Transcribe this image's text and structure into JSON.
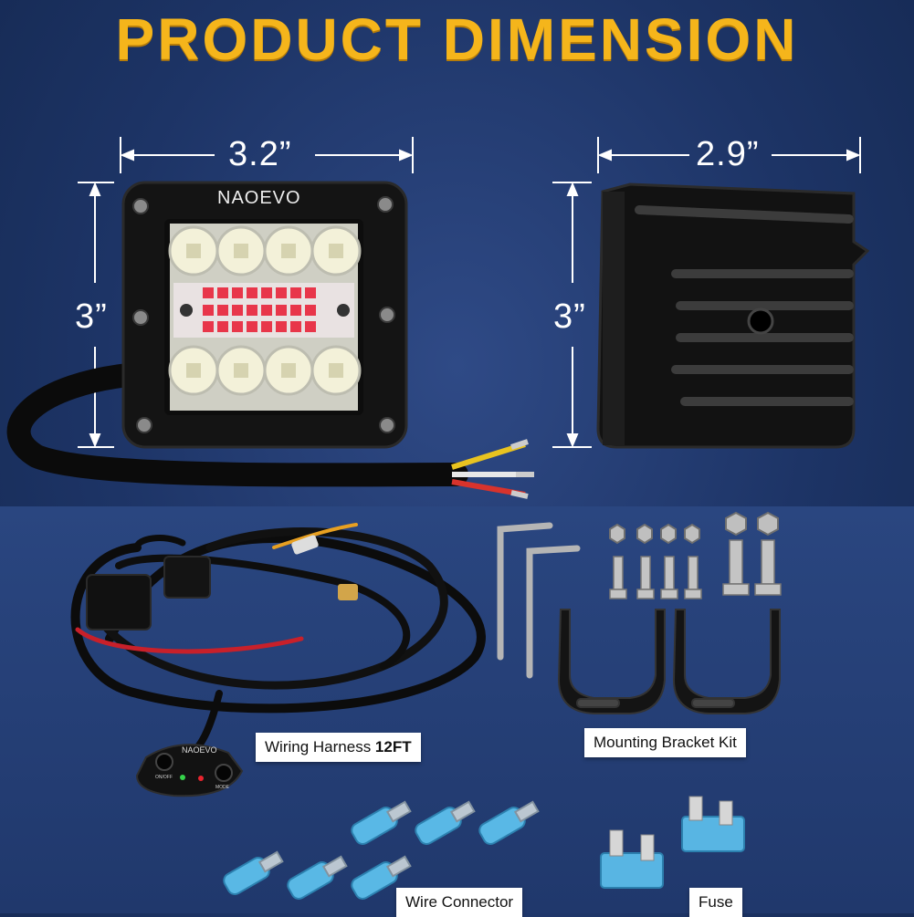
{
  "title": "PRODUCT DIMENSION",
  "dimensions": {
    "front_width": "3.2”",
    "front_height": "3”",
    "side_depth": "2.9”",
    "side_height": "3”"
  },
  "brand": "NAOEVO",
  "switch": {
    "brand": "NAOEVO",
    "button_left": "ON/OFF",
    "button_right": "MODE"
  },
  "captions": {
    "wiring_prefix": "Wiring Harness ",
    "wiring_bold": "12FT",
    "bracket": "Mounting Bracket Kit",
    "connector": "Wire Connector",
    "fuse": "Fuse"
  },
  "colors": {
    "title": "#f5b51b",
    "background": "#1d3466",
    "led_white": "#f3f1d9",
    "led_red": "#e8364a",
    "connector_blue": "#5ec3f0"
  },
  "icons": [
    "light-pod-front",
    "light-pod-side",
    "wiring-harness",
    "allen-key",
    "bolt",
    "nut",
    "mounting-bracket",
    "wire-connector",
    "blade-fuse",
    "switch"
  ]
}
